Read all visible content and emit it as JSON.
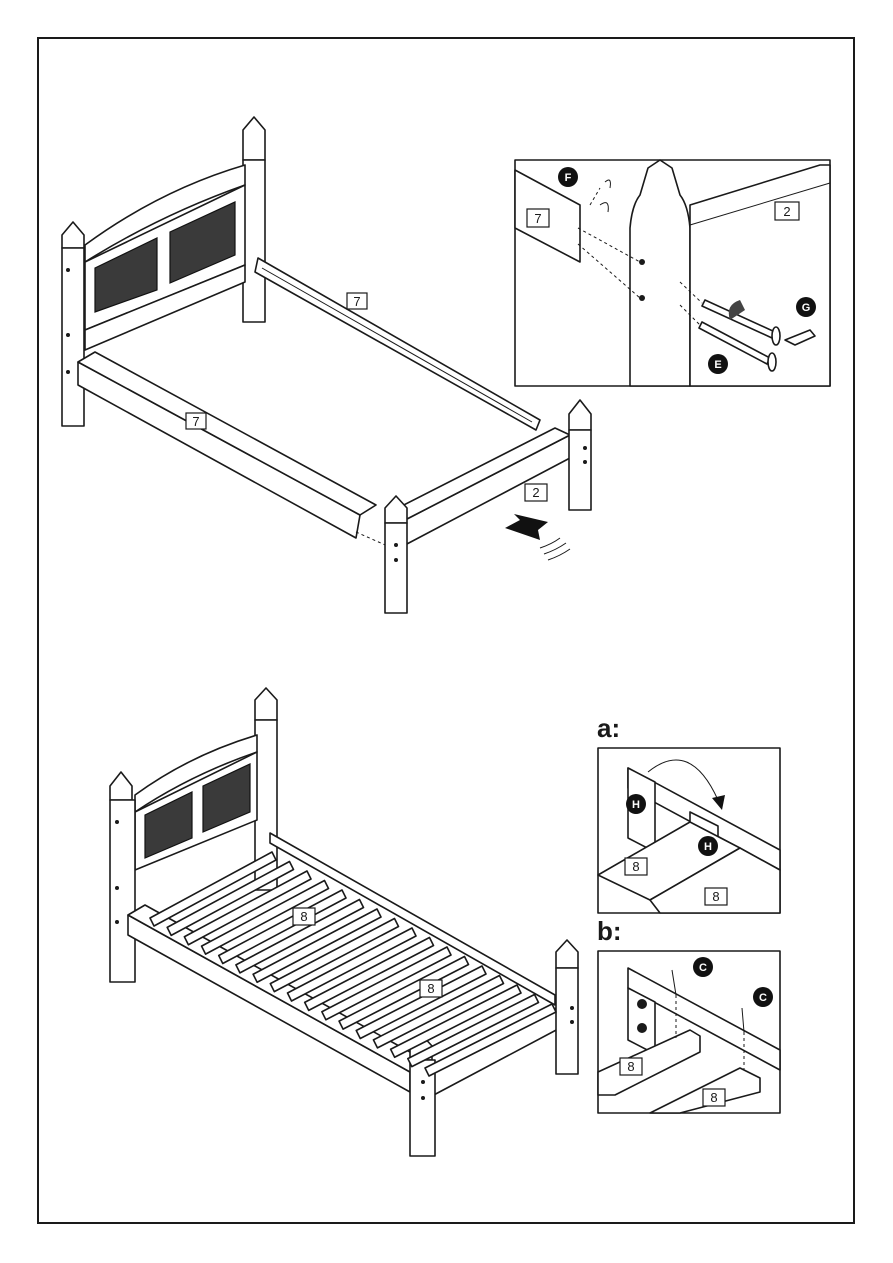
{
  "step1": {
    "labels": {
      "side_rail_back": "7",
      "side_rail_front": "7",
      "footboard_rail": "2"
    },
    "detail": {
      "part_rail": "7",
      "part_footboard": "2",
      "fitting_f": "F",
      "fitting_g": "G",
      "fitting_e": "E"
    }
  },
  "step2": {
    "labels": {
      "slat_a": "8",
      "slat_b": "8"
    },
    "detail_a": {
      "title": "a:",
      "fitting_h1": "H",
      "fitting_h2": "H",
      "part_1": "8",
      "part_2": "8"
    },
    "detail_b": {
      "title": "b:",
      "fitting_c1": "C",
      "fitting_c2": "C",
      "part_1": "8",
      "part_2": "8"
    }
  }
}
